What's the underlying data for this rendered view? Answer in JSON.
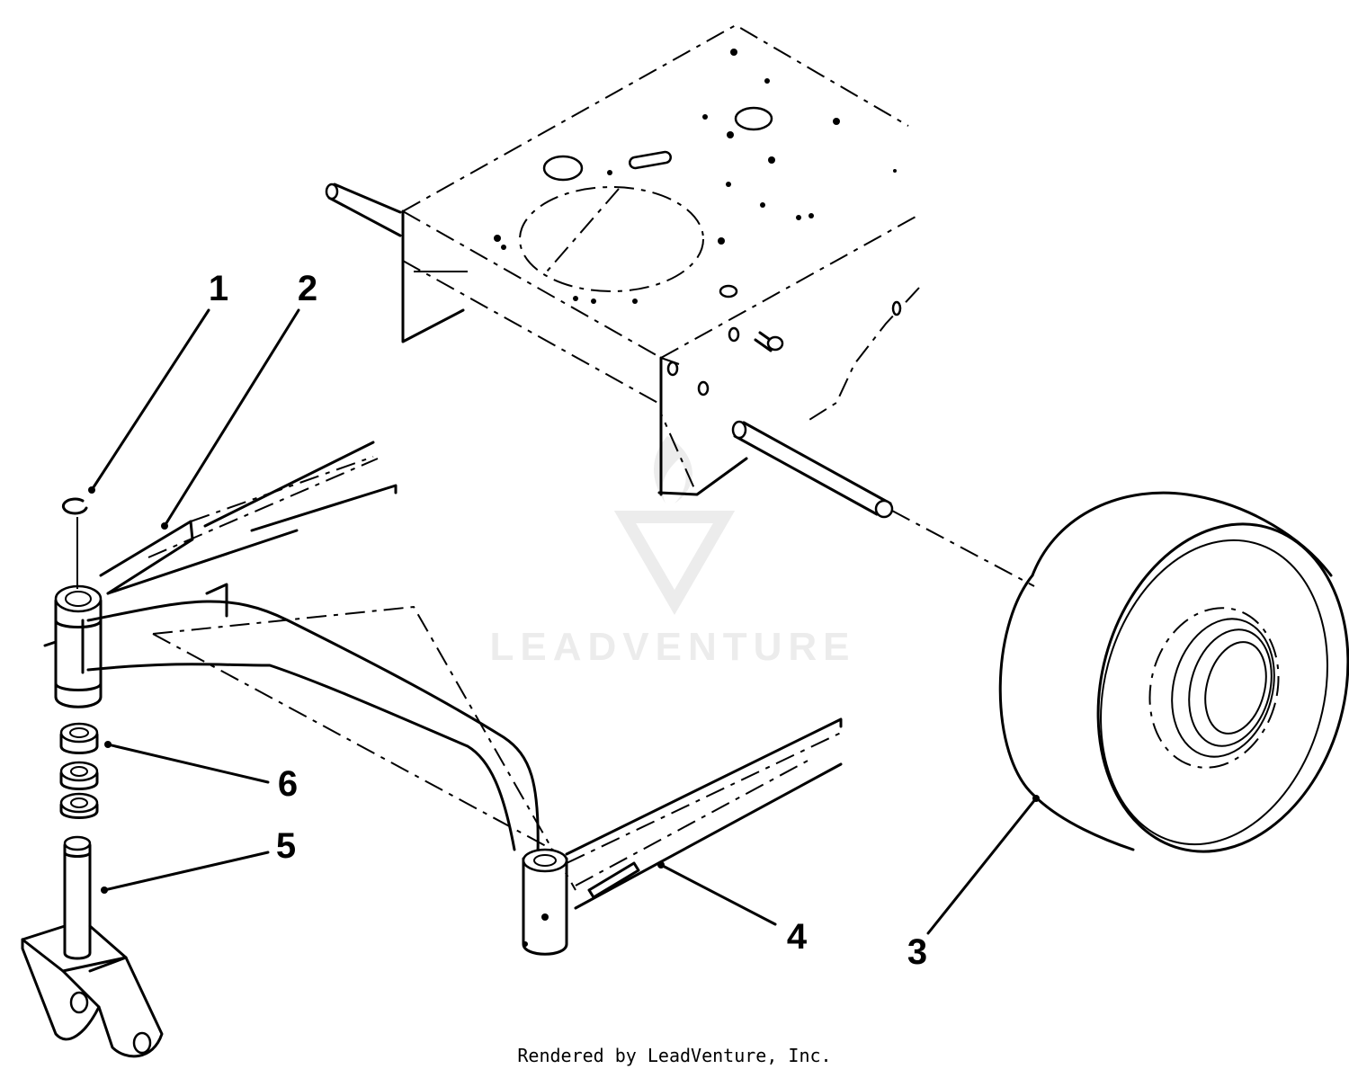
{
  "callouts": [
    {
      "id": "1",
      "label": "1"
    },
    {
      "id": "2",
      "label": "2"
    },
    {
      "id": "3",
      "label": "3"
    },
    {
      "id": "4",
      "label": "4"
    },
    {
      "id": "5",
      "label": "5"
    },
    {
      "id": "6",
      "label": "6"
    }
  ],
  "watermark": {
    "text": "LEADVENTURE"
  },
  "footer": {
    "text": "Rendered by LeadVenture, Inc."
  }
}
